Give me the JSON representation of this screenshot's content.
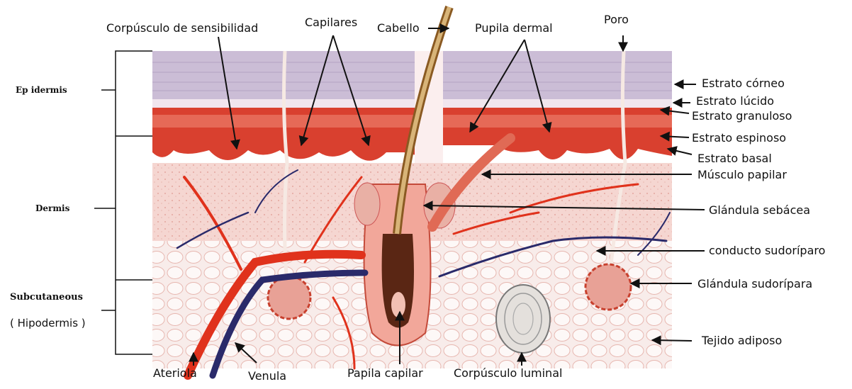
{
  "layers": {
    "epidermis": "Ep idermis",
    "dermis": "Dermis",
    "subcutaneous": "Subcutaneous",
    "hipodermis": "( Hipodermis )"
  },
  "top_labels": {
    "corpusculo_sensibilidad": "Corpúsculo de sensibilidad",
    "capilares": "Capilares",
    "cabello": "Cabello",
    "pupila_dermal": "Pupila dermal",
    "poro": "Poro"
  },
  "right_labels": {
    "estrato_corneo": "Estrato córneo",
    "estrato_lucido": "Estrato lúcido",
    "estrato_granuloso": "Estrato granuloso",
    "estrato_espinoso": "Estrato espinoso",
    "estrato_basal": "Estrato basal",
    "musculo_papilar": "Músculo papilar",
    "glandula_sebacea": "Glándula sebácea",
    "conducto_sudoriparo": "conducto sudoríparo",
    "glandula_sudoripara": "Glándula sudorípara",
    "tejido_adiposo": "Tejido adiposo"
  },
  "bottom_labels": {
    "ateriola": "Ateriola",
    "venula": "Venula",
    "papila_capilar": "Papila capilar",
    "corpusculo_luminal": "Corpúsculo luminal"
  },
  "colors": {
    "stratum_corneum": "#cbbdd6",
    "epidermis_red": "#d9402f",
    "dermis_pink": "#f4d3ce",
    "hypodermis_fat": "#f8ecea",
    "artery": "#e0321c",
    "vein": "#2a2a6a",
    "hair": "#c9a35f"
  }
}
